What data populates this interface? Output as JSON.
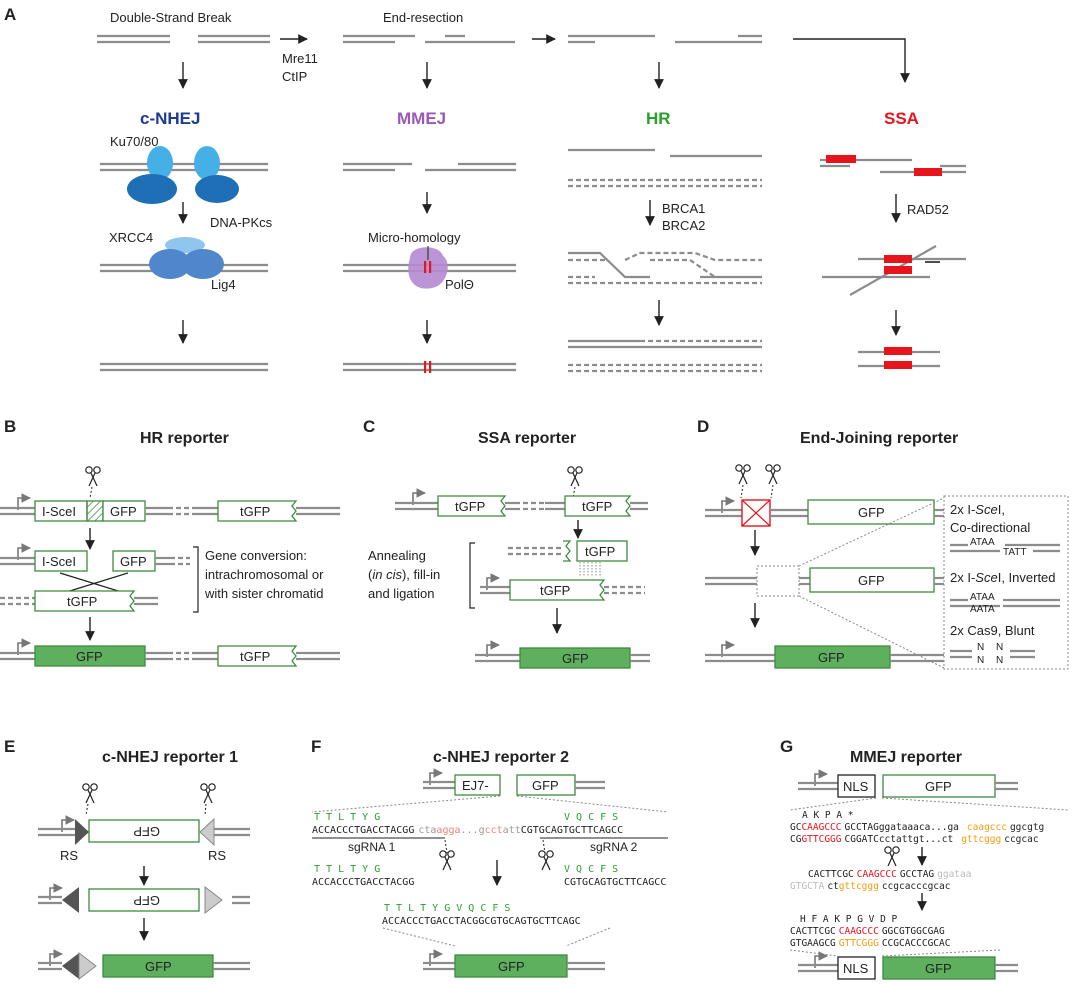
{
  "panels": {
    "A": "A",
    "B": "B",
    "C": "C",
    "D": "D",
    "E": "E",
    "F": "F",
    "G": "G"
  },
  "panelA": {
    "dsb": "Double-Strand Break",
    "resection": "End-resection",
    "mre11": "Mre11",
    "ctip": "CtIP",
    "cnhej": "c-NHEJ",
    "mmej": "MMEJ",
    "hr": "HR",
    "ssa": "SSA",
    "ku": "Ku70/80",
    "dnapkcs": "DNA-PKcs",
    "xrcc4": "XRCC4",
    "lig4": "Lig4",
    "microhomology": "Micro-homology",
    "poltheta": "PolΘ",
    "brca1": "BRCA1",
    "brca2": "BRCA2",
    "rad52": "RAD52"
  },
  "colors": {
    "cnhej": "#1f3a93",
    "mmej": "#9b59b6",
    "hr": "#2ca02c",
    "ssa": "#e8141c",
    "gfp_fill": "#5eaf5e",
    "gfp_stroke": "#3f8a3f"
  },
  "panelB": {
    "title": "HR reporter",
    "isce": "I-SceI",
    "gfp": "GFP",
    "tgfp": "tGFP",
    "gc1": "Gene conversion:",
    "gc2": "intrachromosomal or",
    "gc3": "with sister chromatid"
  },
  "panelC": {
    "title": "SSA reporter",
    "tgfp": "tGFP",
    "gfp": "GFP",
    "ann1a": "Annealing",
    "ann1b": "(",
    "ann1c": "in cis",
    "ann1d": "), fill-in",
    "ann2": "and ligation"
  },
  "panelD": {
    "title": "End-Joining reporter",
    "gfp": "GFP",
    "o1a": "2x I-",
    "o1b": "Sce",
    "o1c": "I,",
    "o1d": "Co-directional",
    "o1s1": "ATAA",
    "o1s2": "TATT",
    "o2a": "2x I-",
    "o2b": "Sce",
    "o2c": "I, Inverted",
    "o2s1": "ATAA",
    "o2s2": "AATA",
    "o3": "2x Cas9, Blunt",
    "n": "N"
  },
  "panelE": {
    "title": "c-NHEJ reporter 1",
    "gfp_rev": "GFP",
    "gfp": "GFP",
    "rs": "RS"
  },
  "panelF": {
    "title": "c-NHEJ reporter 2",
    "ej7": "EJ7-",
    "gfp": "GFP",
    "aa1": "T  T  L  T  Y  G",
    "aa2": "V  Q  C  F  S",
    "seqA": "ACCACCCTGACCTACGG",
    "seqB1": "cta",
    "seqB2": "agga",
    "seqB3": "...g",
    "seqB4": "cct",
    "seqB5": "att",
    "seqC": "CGTGCAGTGCTTCAGCC",
    "sg1": "sgRNA 1",
    "sg2": "sgRNA 2",
    "cutA": "ACCACCCTGACCTACGG",
    "cutB": "CGTGCAGTGCTTCAGCC",
    "aaFinal": "T  T  L  T  Y  G  V  Q  C  F  S",
    "seqFinal": "ACCACCCTGACCTACGGCGTGCAGTGCTTCAGC"
  },
  "panelG": {
    "title": "MMEJ reporter",
    "nls": "NLS",
    "gfp": "GFP",
    "aa1": "A  K  P  A  *",
    "s1a": "GC",
    "s1b": "CAAGCCC",
    "s1c": "GCCTAG",
    "s1d": "ggataaaca...ga",
    "s1e": "caagccc",
    "s1f": "ggcgtg",
    "s2a": "CG",
    "s2b": "GTTCGGG",
    "s2c": "CGGATCc",
    "s2d": "ctattgt...ct",
    "s2e": "gttcggg",
    "s2f": "ccgcac",
    "m1a": "CACTTCGC",
    "m1b": "CAAGCCC",
    "m1c": "GCCTAG",
    "m1d": "ggataa",
    "m2a": "GTGCTA",
    "m2b": "ct",
    "m2c": "gttcggg",
    "m2d": "ccgcacccgcac",
    "aa2": "H  F  A  K  P  G  V  D  P",
    "f1a": "CACTTCGC",
    "f1b": "CAAGCCC",
    "f1c": "GGCGTGGCGAG",
    "f2a": "GTGAAGCG",
    "f2b": "GTTCGGG",
    "f2c": "CCGCACCCGCAC"
  }
}
